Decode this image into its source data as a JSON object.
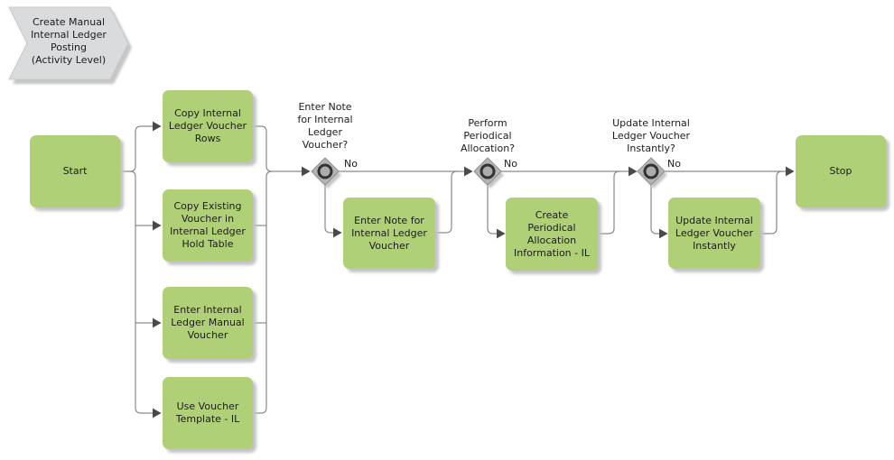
{
  "colors": {
    "task_fill": "#b0d078",
    "terminator_fill": "#b0d078",
    "header_fill": "#d9dbdd",
    "gateway_fill": "#b5b5b5",
    "connector": "#8a8a8a",
    "arrowhead": "#4a4a4a",
    "text": "#1c1c1c"
  },
  "header": {
    "label": "Create Manual\nInternal Ledger\nPosting\n(Activity Level)"
  },
  "flow": {
    "start": {
      "label": "Start"
    },
    "stop": {
      "label": "Stop"
    },
    "tasks": [
      {
        "label": "Copy Internal\nLedger Voucher\nRows"
      },
      {
        "label": "Copy Existing\nVoucher in\nInternal Ledger\nHold Table"
      },
      {
        "label": "Enter Internal\nLedger Manual\nVoucher"
      },
      {
        "label": "Use Voucher\nTemplate - IL"
      }
    ],
    "decisions": [
      {
        "question": "Enter Note\nfor Internal\nLedger\nVoucher?",
        "edge_label": "No",
        "yes_task": "Enter Note for\nInternal Ledger\nVoucher"
      },
      {
        "question": "Perform\nPeriodical\nAllocation?",
        "edge_label": "No",
        "yes_task": "Create\nPeriodical\nAllocation\nInformation - IL"
      },
      {
        "question": "Update Internal\nLedger Voucher\nInstantly?",
        "edge_label": "No",
        "yes_task": "Update Internal\nLedger Voucher\nInstantly"
      }
    ]
  }
}
